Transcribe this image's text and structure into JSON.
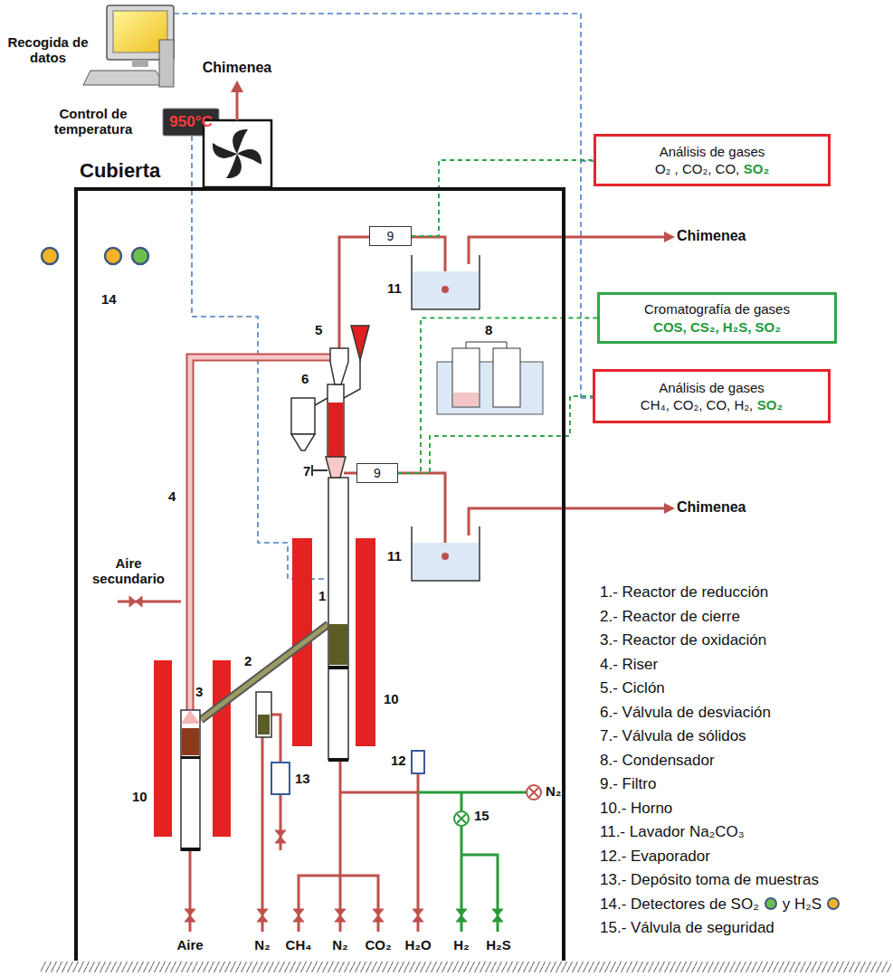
{
  "diagram": {
    "nodes": [
      {
        "text": [
          "Cubierta"
        ]
      },
      {
        "text": [
          "9"
        ],
        "in": 0
      },
      {
        "text": [
          "9"
        ],
        "in": 0
      },
      {
        "text": [
          "Análisis de gases",
          "O₂ , CO₂, CO,",
          "SO₂"
        ]
      },
      {
        "text": [
          "Cromatografía de gases",
          "COS, CS₂, H₂S, SO₂"
        ]
      },
      {
        "text": [
          "Análisis de gases",
          "CH₄, CO₂, CO, H₂,",
          "SO₂"
        ]
      }
    ],
    "edges": [
      {
        "from": 1,
        "to": 3,
        "arrow": "none"
      },
      {
        "from": 2,
        "to": 4,
        "arrow": "none"
      },
      {
        "from": 2,
        "to": 5,
        "arrow": "none"
      }
    ],
    "labels": [
      "Recogida de datos",
      "Control de temperatura",
      "950°C",
      "Chimenea",
      "Chimenea",
      "Chimenea",
      "Aire secundario",
      "Aire",
      "N₂",
      "CH₄",
      "N₂",
      "CO₂",
      "H₂O",
      "H₂",
      "H₂S",
      "N₂",
      "1",
      "2",
      "3",
      "4",
      "5",
      "6",
      "7",
      "8",
      "10",
      "10",
      "11",
      "11",
      "12",
      "13",
      "14",
      "15"
    ],
    "legend": [
      {
        "text": "1.- Reactor de reducción"
      },
      {
        "text": "2.- Reactor de cierre"
      },
      {
        "text": "3.- Reactor de oxidación"
      },
      {
        "text": "4.- Riser"
      },
      {
        "text": "5.- Ciclón"
      },
      {
        "text": "6.- Válvula de desviación"
      },
      {
        "text": "7.- Válvula de sólidos"
      },
      {
        "text": "8.- Condensador"
      },
      {
        "text": "9.- Filtro"
      },
      {
        "text": "10.- Horno"
      },
      {
        "text": "11.- Lavador Na₂CO₃"
      },
      {
        "text": "12.- Evaporador"
      },
      {
        "text": "13.- Depósito toma de muestras"
      },
      {
        "text": "14.- Detectores de SO₂",
        "color": "#6dbf4b"
      },
      {
        "text": "y H₂S",
        "color": "#f6b324"
      },
      {
        "text": "15.- Válvula de seguridad"
      }
    ]
  }
}
